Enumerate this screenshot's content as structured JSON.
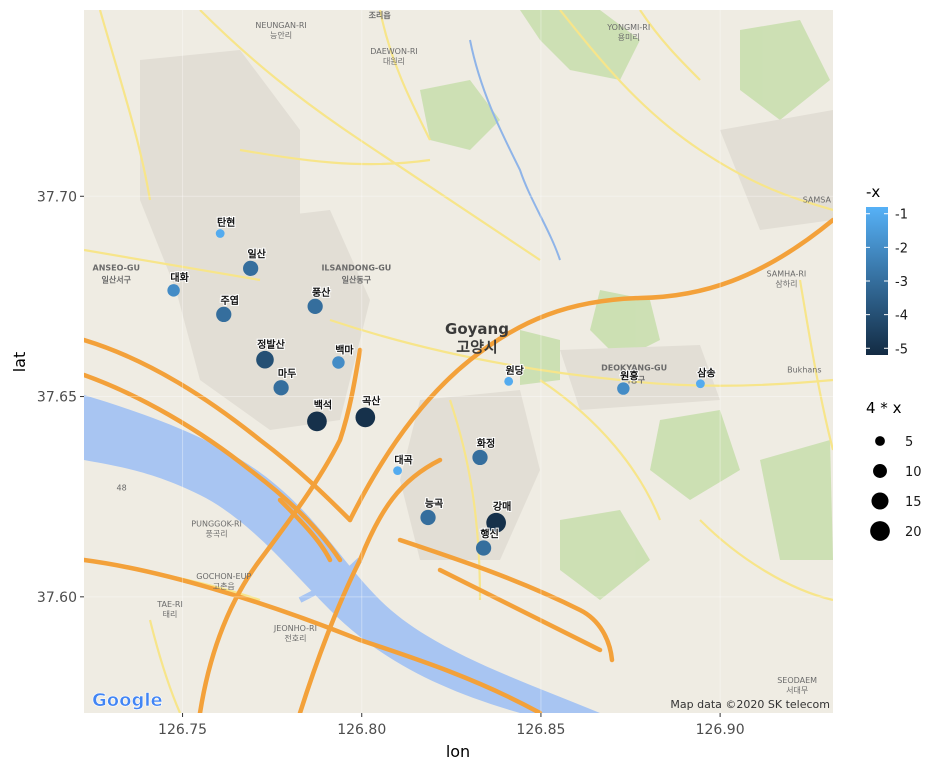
{
  "chart_data": {
    "type": "scatter",
    "xlabel": "lon",
    "ylabel": "lat",
    "xlim": [
      126.7225,
      126.9315
    ],
    "ylim": [
      37.571,
      37.7465
    ],
    "xticks": [
      126.75,
      126.8,
      126.85,
      126.9
    ],
    "xtick_labels": [
      "126.75",
      "126.80",
      "126.85",
      "126.90"
    ],
    "yticks": [
      37.6,
      37.65,
      37.7
    ],
    "ytick_labels": [
      "37.60",
      "37.65",
      "37.70"
    ],
    "grid": true,
    "legend_position": "right",
    "color_legend": {
      "title": "-x",
      "ticks": [
        -1,
        -2,
        -3,
        -4,
        -5
      ],
      "tick_labels": [
        "-1",
        "-2",
        "-3",
        "-4",
        "-5"
      ],
      "low_color": "#132B43",
      "high_color": "#56B1F7",
      "range": [
        -5.2,
        -0.8
      ]
    },
    "size_legend": {
      "title": "4 * x",
      "values": [
        5,
        10,
        15,
        20
      ],
      "labels": [
        "5",
        "10",
        "15",
        "20"
      ]
    },
    "points": [
      {
        "label": "탄현",
        "lon": 126.7605,
        "lat": 37.6907,
        "x": 1
      },
      {
        "label": "일산",
        "lon": 126.769,
        "lat": 37.682,
        "x": 3
      },
      {
        "label": "대화",
        "lon": 126.7475,
        "lat": 37.6765,
        "x": 2
      },
      {
        "label": "주엽",
        "lon": 126.7615,
        "lat": 37.6705,
        "x": 3
      },
      {
        "label": "풍산",
        "lon": 126.787,
        "lat": 37.6725,
        "x": 3
      },
      {
        "label": "정발산",
        "lon": 126.773,
        "lat": 37.6592,
        "x": 4
      },
      {
        "label": "백마",
        "lon": 126.7935,
        "lat": 37.6585,
        "x": 2
      },
      {
        "label": "마두",
        "lon": 126.7775,
        "lat": 37.6522,
        "x": 3
      },
      {
        "label": "백석",
        "lon": 126.7875,
        "lat": 37.6438,
        "x": 5
      },
      {
        "label": "곡산",
        "lon": 126.801,
        "lat": 37.6448,
        "x": 5
      },
      {
        "label": "대곡",
        "lon": 126.81,
        "lat": 37.6315,
        "x": 1
      },
      {
        "label": "화정",
        "lon": 126.833,
        "lat": 37.6348,
        "x": 3
      },
      {
        "label": "능곡",
        "lon": 126.8185,
        "lat": 37.6198,
        "x": 3
      },
      {
        "label": "강매",
        "lon": 126.8375,
        "lat": 37.6185,
        "x": 5
      },
      {
        "label": "행신",
        "lon": 126.834,
        "lat": 37.6122,
        "x": 3
      },
      {
        "label": "원당",
        "lon": 126.841,
        "lat": 37.6538,
        "x": 1
      },
      {
        "label": "원흥",
        "lon": 126.873,
        "lat": 37.652,
        "x": 2
      },
      {
        "label": "삼송",
        "lon": 126.8945,
        "lat": 37.6532,
        "x": 1
      }
    ]
  },
  "basemap": {
    "credit": "Map data ©2020 SK telecom",
    "logo": "Google",
    "city_name_en": "Goyang",
    "city_name_ko": "고양시",
    "labels": [
      {
        "text": "조리읍",
        "lon": 126.805,
        "lat": 37.7445,
        "size": "mid"
      },
      {
        "text": "NEUNGAN-RI",
        "lon": 126.7775,
        "lat": 37.742,
        "size": "small"
      },
      {
        "text": "능안리",
        "lon": 126.7775,
        "lat": 37.7395,
        "size": "small"
      },
      {
        "text": "DAEWON-RI",
        "lon": 126.809,
        "lat": 37.7355,
        "size": "small"
      },
      {
        "text": "대원리",
        "lon": 126.809,
        "lat": 37.733,
        "size": "small"
      },
      {
        "text": "YONGMI-RI",
        "lon": 126.8745,
        "lat": 37.7415,
        "size": "small"
      },
      {
        "text": "용미리",
        "lon": 126.8745,
        "lat": 37.739,
        "size": "small"
      },
      {
        "text": "ILSANDONG-GU",
        "lon": 126.7985,
        "lat": 37.6815,
        "size": "mid"
      },
      {
        "text": "일산동구",
        "lon": 126.7985,
        "lat": 37.6785,
        "size": "mid"
      },
      {
        "text": "ANSEO-GU",
        "lon": 126.7315,
        "lat": 37.6815,
        "size": "mid"
      },
      {
        "text": "일산서구",
        "lon": 126.7315,
        "lat": 37.6785,
        "size": "mid"
      },
      {
        "text": "DEOKYANG-GU",
        "lon": 126.876,
        "lat": 37.6565,
        "size": "mid"
      },
      {
        "text": "덕양구",
        "lon": 126.876,
        "lat": 37.6535,
        "size": "mid"
      },
      {
        "text": "SAMHA-RI",
        "lon": 126.9185,
        "lat": 37.68,
        "size": "small"
      },
      {
        "text": "삼하리",
        "lon": 126.9185,
        "lat": 37.6775,
        "size": "small"
      },
      {
        "text": "Bukhans",
        "lon": 126.9235,
        "lat": 37.656,
        "size": "small"
      },
      {
        "text": "SAMSA",
        "lon": 126.927,
        "lat": 37.6985,
        "size": "small"
      },
      {
        "text": "PUNGGOK-RI",
        "lon": 126.7595,
        "lat": 37.6175,
        "size": "small"
      },
      {
        "text": "풍곡리",
        "lon": 126.7595,
        "lat": 37.615,
        "size": "small"
      },
      {
        "text": "GOCHON-EUP",
        "lon": 126.7615,
        "lat": 37.6045,
        "size": "small"
      },
      {
        "text": "고촌읍",
        "lon": 126.7615,
        "lat": 37.602,
        "size": "small"
      },
      {
        "text": "TAE-RI",
        "lon": 126.7465,
        "lat": 37.5975,
        "size": "small"
      },
      {
        "text": "태리",
        "lon": 126.7465,
        "lat": 37.595,
        "size": "small"
      },
      {
        "text": "JEONHO-RI",
        "lon": 126.7815,
        "lat": 37.5915,
        "size": "small"
      },
      {
        "text": "전호리",
        "lon": 126.7815,
        "lat": 37.589,
        "size": "small"
      },
      {
        "text": "SEODAEM",
        "lon": 126.9215,
        "lat": 37.5785,
        "size": "small"
      },
      {
        "text": "서대무",
        "lon": 126.9215,
        "lat": 37.576,
        "size": "small"
      },
      {
        "text": "48",
        "lon": 126.733,
        "lat": 37.6265,
        "size": "small"
      }
    ]
  }
}
